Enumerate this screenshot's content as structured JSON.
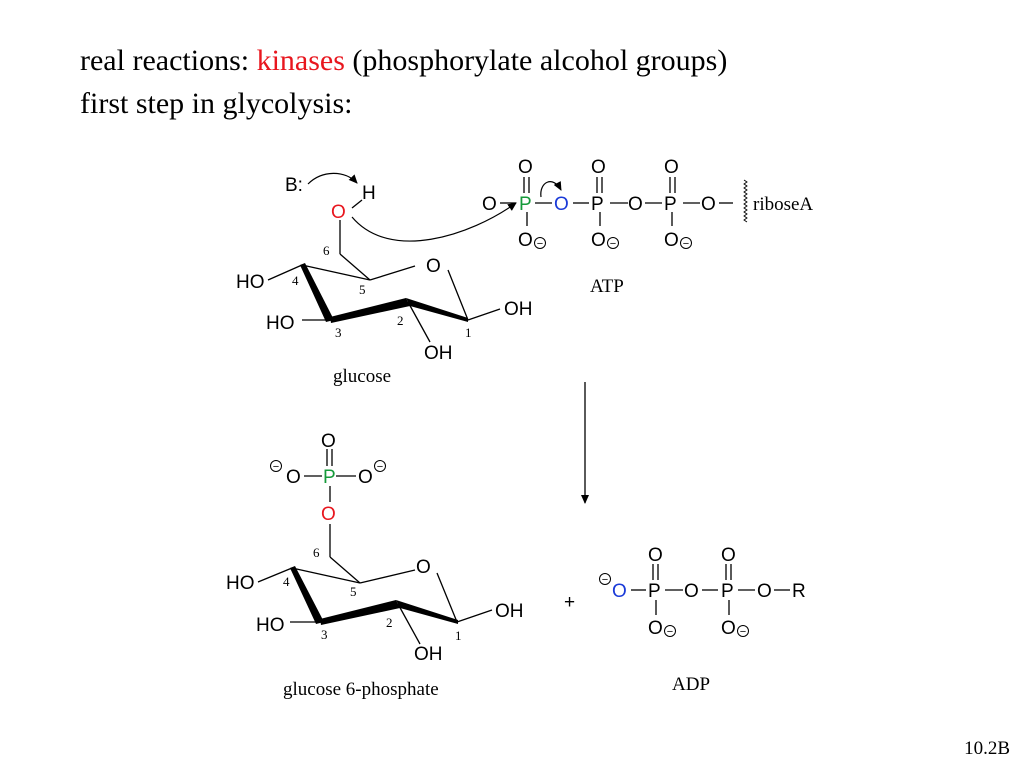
{
  "title": {
    "line1_before": "real reactions: ",
    "line1_keyword": "kinases",
    "line1_after": " (phosphorylate alcohol groups)",
    "line2": "first step in glycolysis:"
  },
  "colors": {
    "keyword": "#e8161e",
    "oxygen_attacking": "#e8161e",
    "phosphorus": "#159a3a",
    "oxygen_leaving": "#1a3ad8",
    "text": "#000000"
  },
  "atoms": {
    "O": "O",
    "P": "P",
    "H": "H",
    "HO": "HO",
    "OH": "OH",
    "R": "R",
    "base": "B:",
    "minus": "−"
  },
  "ring_numbers": [
    "1",
    "2",
    "3",
    "4",
    "5",
    "6"
  ],
  "labels": {
    "glucose": "glucose",
    "atp": "ATP",
    "ribose": "riboseA",
    "g6p": "glucose 6-phosphate",
    "adp": "ADP",
    "plus": "+"
  },
  "slide_number": "10.2B"
}
